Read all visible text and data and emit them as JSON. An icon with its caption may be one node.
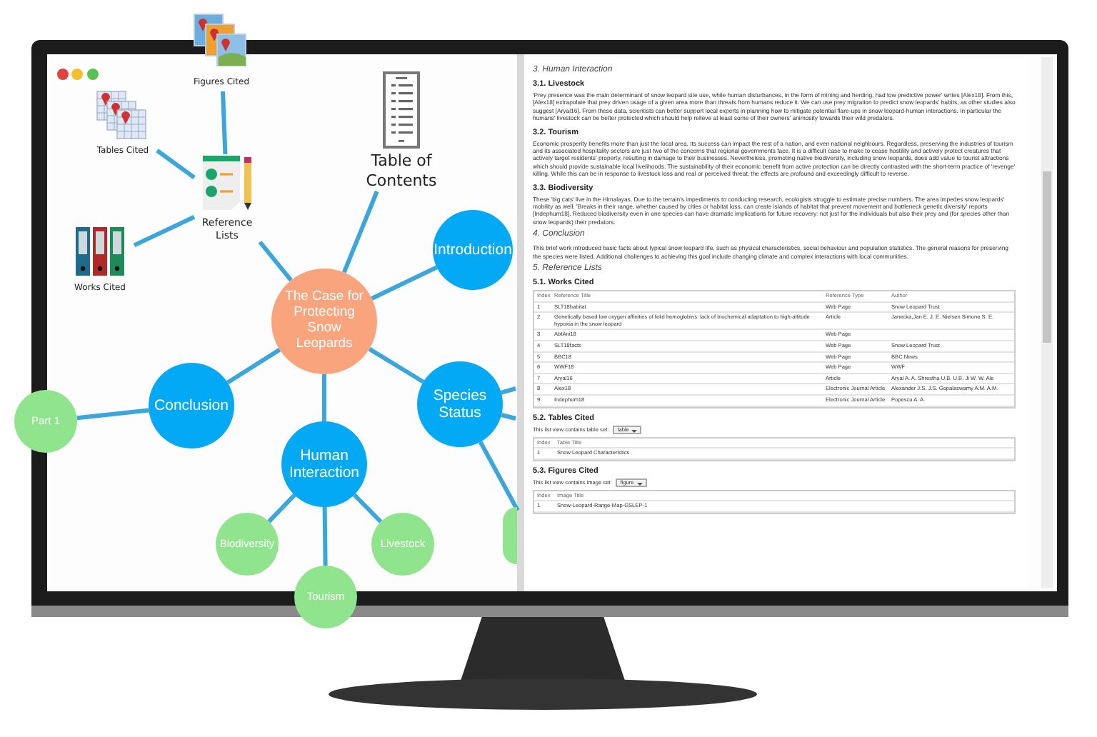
{
  "diagram": {
    "nodes": [
      {
        "text": [
          "The Case for Protecting Snow Leopards"
        ]
      },
      {
        "text": [
          "Introduction"
        ]
      },
      {
        "text": [
          "Species Status"
        ]
      },
      {
        "text": [
          "Human Interaction"
        ]
      },
      {
        "text": [
          "Conclusion"
        ]
      },
      {
        "text": [
          "Table of Contents"
        ]
      },
      {
        "text": [
          "Reference Lists"
        ]
      },
      {
        "text": [
          "Figures Cited"
        ]
      },
      {
        "text": [
          "Tables Cited"
        ]
      },
      {
        "text": [
          "Works Cited"
        ]
      },
      {
        "text": [
          "Part 1"
        ]
      },
      {
        "text": [
          "Biodiversity"
        ]
      },
      {
        "text": [
          "Livestock"
        ]
      },
      {
        "text": [
          "Tourism"
        ]
      },
      {
        "text": [],
        "shape": "circle"
      }
    ],
    "edges": [
      {
        "from": 0,
        "to": 1,
        "arrow": "none"
      },
      {
        "from": 0,
        "to": 2,
        "arrow": "none"
      },
      {
        "from": 0,
        "to": 3,
        "arrow": "none"
      },
      {
        "from": 0,
        "to": 4,
        "arrow": "none"
      },
      {
        "from": 0,
        "to": 5,
        "arrow": "none"
      },
      {
        "from": 0,
        "to": 6,
        "arrow": "none"
      },
      {
        "from": 6,
        "to": 7,
        "arrow": "none"
      },
      {
        "from": 6,
        "to": 8,
        "arrow": "none"
      },
      {
        "from": 6,
        "to": 9,
        "arrow": "none"
      },
      {
        "from": 4,
        "to": 10,
        "arrow": "none"
      },
      {
        "from": 3,
        "to": 11,
        "arrow": "none"
      },
      {
        "from": 3,
        "to": 12,
        "arrow": "none"
      },
      {
        "from": 3,
        "to": 13,
        "arrow": "none"
      },
      {
        "from": 2,
        "to": 14,
        "arrow": "none"
      },
      {
        "from": 2,
        "to": null,
        "arrow": "none"
      },
      {
        "from": 2,
        "to": null,
        "arrow": "none"
      }
    ],
    "labels": [
      "3. Human Interaction",
      "3.1. Livestock",
      "'Prey presence was the main determinant of snow leopard site use, while human disturbances, in the form of mining and herding, had low predictive power' writes [Alex18]. From this, [Alex18] extrapolate that prey driven usage of a given area more than threats from humans reduce it. We can use prey migration to predict snow leopards' habits, as other studies also suggest [Aryal16]. From these data, scientists can better support local experts in planning how to mitigate potential flare-ups in snow leopard-human interactions. In particular the humans' livestock can be better protected which should help relieve at least some of their owners' animosity towards their wild predators.",
      "3.2. Tourism",
      "Economic prosperity benefits more than just the local area. Its success can impact the rest of a nation, and even national neighbours. Regardless, preserving the industries of tourism and its associated hospitality sectors are just two of the concerns that regional governments face. It is a difficult case to make to cease hostility and actively protect creatures that actively target residents' property, resulting in damage to their businesses. Nevertheless, promoting native biodiversity, including snow leopards, does add value to tourist attractions which should provide sustainable local livelihoods. The sustainability of their economic benefit from active protection can be directly contrasted with the short-term practice of 'revenge' killing. While this can be in response to livestock loss and real or perceived threat, the effects are profound and exceedingly difficult to reverse.",
      "3.3. Biodiversity",
      "These 'big cats' live in the Himalayas. Due to the terrain's impediments to conducting research, ecologists struggle to estimate precise numbers. The area impedes snow leopards' mobility as well. 'Breaks in their range, whether caused by cities or habitat loss, can create islands of habitat that prevent movement and bottleneck genetic diversity' reports [Indephum18]. Reduced biodiversity even in one species can have dramatic implications for future recovery: not just for the individuals but also their prey and (for species other than snow leopards) their predators.",
      "4. Conclusion",
      "This brief work introduced basic facts about typical snow leopard life, such as physical characteristics, social behaviour and population statistics. The general reasons for preserving the species were listed. Additional challenges to achieving this goal include changing climate and complex interactions with local communities.",
      "5. Reference Lists",
      "5.1. Works Cited",
      "Index",
      "Reference Title",
      "Reference Type",
      "Author",
      "1",
      "SLT18habitat",
      "Web Page",
      "Snow Leopard Trust",
      "2",
      "Genetically based low oxygen affinities of felid hemoglobins: lack of biochemical adaptation to high-altitude hypoxia in the snow leopard",
      "Article",
      "Janecka,Jan E. J. E. Nielsen Simone S. E.",
      "3",
      "AbtAni18",
      "Web Page",
      "4",
      "SLT18facts",
      "Web Page",
      "Snow Leopard Trust",
      "5",
      "BBC18",
      "Web Page",
      "BBC News",
      "6",
      "WWF18",
      "Web Page",
      "WWF",
      "7",
      "Aryal16",
      "Article",
      "Aryal A. A. Shrestha U.B. U.B. Ji W. W. Ale",
      "8",
      "Alex18",
      "Electronic Journal Article",
      "Alexander J.S. J.S. Gopalaswamy A.M. A.M.",
      "9",
      "Indephum18",
      "Electronic Journal Article",
      "Popescu A. A.",
      "5.2. Tables Cited",
      "This list view contains table set:",
      "table",
      "Index",
      "Table Title",
      "1",
      "Snow Leopard Characteristics",
      "5.3. Figures Cited",
      "This list view contains image set:",
      "figure",
      "Index",
      "Image Title",
      "1",
      "Snow-Leopard-Range-Map-GSLEP-1"
    ]
  }
}
